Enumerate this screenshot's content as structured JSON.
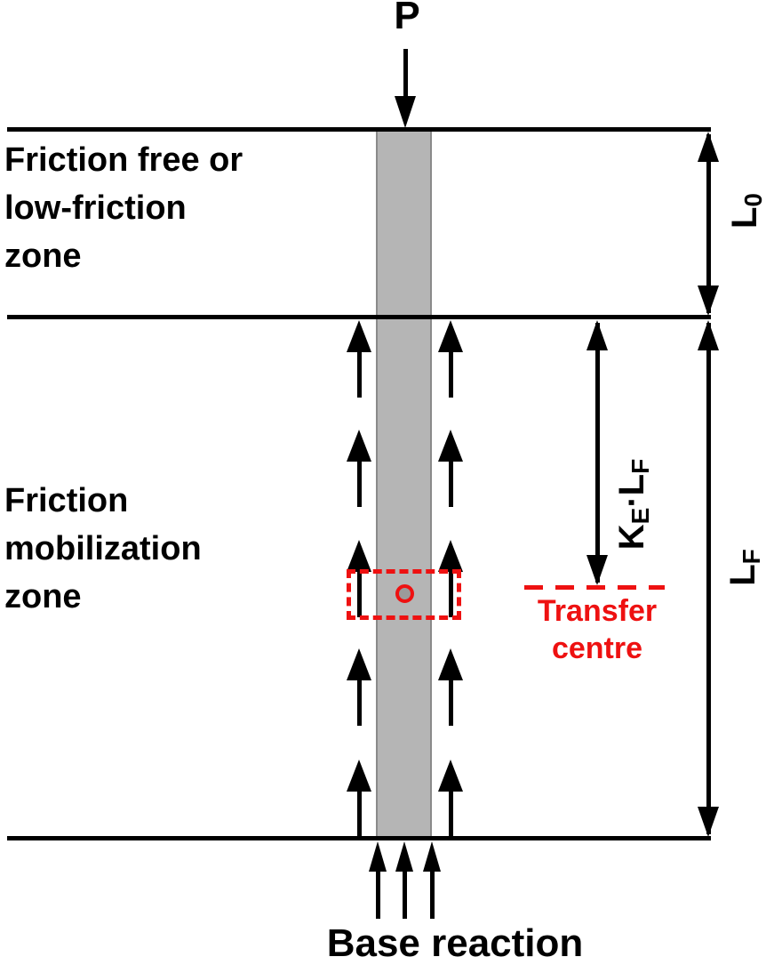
{
  "colors": {
    "ink": "#000000",
    "accent_red": "#ee1111",
    "pile_fill": "#b5b5b5",
    "pile_edge": "#8a8a8a",
    "transfer_point_fill": "#9b9b9b",
    "background": "#ffffff"
  },
  "labels": {
    "load": "P",
    "zone_top": [
      "Friction free or",
      "low-friction",
      "zone"
    ],
    "zone_bottom": [
      "Friction",
      "mobilization",
      "zone"
    ],
    "transfer_centre": [
      "Transfer",
      "centre"
    ],
    "base_reaction": "Base reaction",
    "dim_l0": {
      "main": "L",
      "sub": "0"
    },
    "dim_lf": {
      "main": "L",
      "sub": "F"
    },
    "dim_ke_lf": {
      "k": "K",
      "k_sub": "E",
      "dot": "·",
      "l": "L",
      "l_sub": "F"
    }
  }
}
